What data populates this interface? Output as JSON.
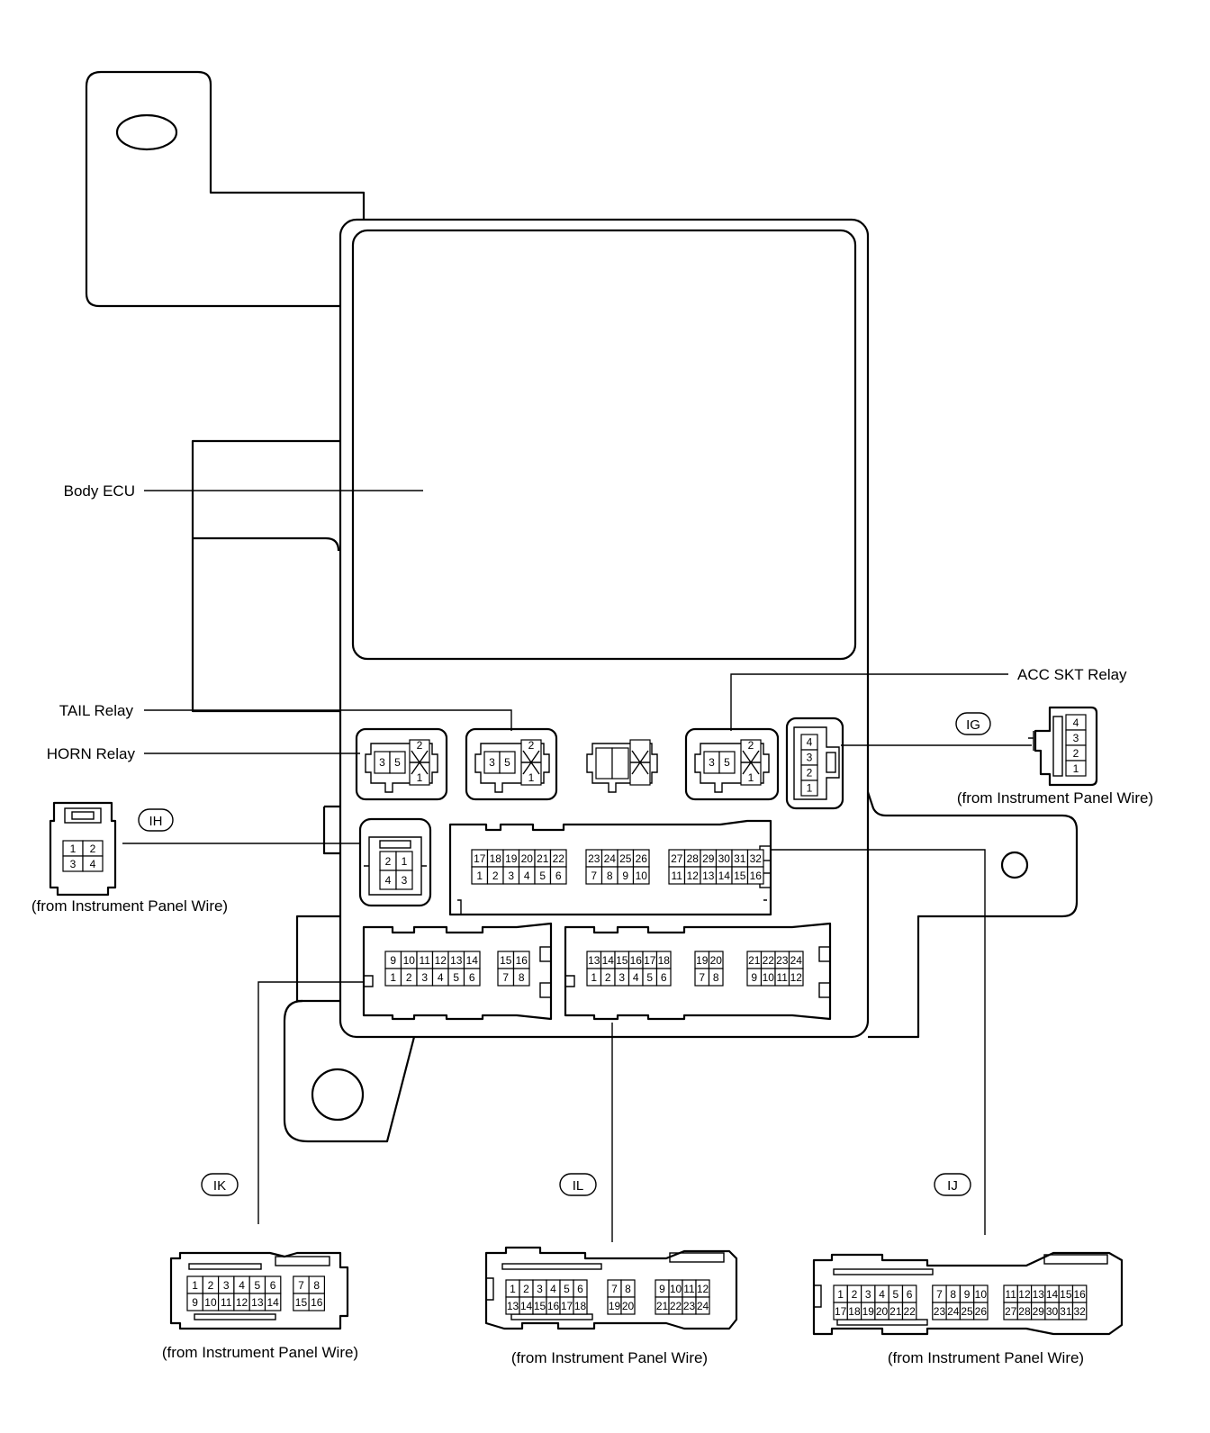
{
  "labels": {
    "body_ecu": "Body ECU",
    "tail_relay": "TAIL Relay",
    "horn_relay": "HORN Relay",
    "acc_skt_relay": "ACC SKT Relay",
    "from_ip_wire": "(from Instrument Panel Wire)"
  },
  "connectors": {
    "IG": {
      "id": "IG",
      "pins": [
        "4",
        "3",
        "2",
        "1"
      ]
    },
    "IH": {
      "id": "IH",
      "rows": [
        [
          "1",
          "2"
        ],
        [
          "3",
          "4"
        ]
      ]
    },
    "IK": {
      "id": "IK",
      "groups": [
        {
          "top": [
            "1",
            "2",
            "3",
            "4",
            "5",
            "6"
          ],
          "bottom": [
            "9",
            "10",
            "11",
            "12",
            "13",
            "14"
          ]
        },
        {
          "top": [
            "7",
            "8"
          ],
          "bottom": [
            "15",
            "16"
          ]
        }
      ]
    },
    "IL": {
      "id": "IL",
      "groups": [
        {
          "top": [
            "1",
            "2",
            "3",
            "4",
            "5",
            "6"
          ],
          "bottom": [
            "13",
            "14",
            "15",
            "16",
            "17",
            "18"
          ]
        },
        {
          "top": [
            "7",
            "8"
          ],
          "bottom": [
            "19",
            "20"
          ]
        },
        {
          "top": [
            "9",
            "10",
            "11",
            "12"
          ],
          "bottom": [
            "21",
            "22",
            "23",
            "24"
          ]
        }
      ]
    },
    "IJ": {
      "id": "IJ",
      "groups": [
        {
          "top": [
            "1",
            "2",
            "3",
            "4",
            "5",
            "6"
          ],
          "bottom": [
            "17",
            "18",
            "19",
            "20",
            "21",
            "22"
          ]
        },
        {
          "top": [
            "7",
            "8",
            "9",
            "10"
          ],
          "bottom": [
            "23",
            "24",
            "25",
            "26"
          ]
        },
        {
          "top": [
            "11",
            "12",
            "13",
            "14",
            "15",
            "16"
          ],
          "bottom": [
            "27",
            "28",
            "29",
            "30",
            "31",
            "32"
          ]
        }
      ]
    }
  },
  "ecu_sockets": {
    "ij_socket": [
      {
        "top": [
          "17",
          "18",
          "19",
          "20",
          "21",
          "22"
        ],
        "bottom": [
          "1",
          "2",
          "3",
          "4",
          "5",
          "6"
        ]
      },
      {
        "top": [
          "23",
          "24",
          "25",
          "26"
        ],
        "bottom": [
          "7",
          "8",
          "9",
          "10"
        ]
      },
      {
        "top": [
          "27",
          "28",
          "29",
          "30",
          "31",
          "32"
        ],
        "bottom": [
          "11",
          "12",
          "13",
          "14",
          "15",
          "16"
        ]
      }
    ],
    "ik_socket": [
      {
        "top": [
          "9",
          "10",
          "11",
          "12",
          "13",
          "14"
        ],
        "bottom": [
          "1",
          "2",
          "3",
          "4",
          "5",
          "6"
        ]
      },
      {
        "top": [
          "15",
          "16"
        ],
        "bottom": [
          "7",
          "8"
        ]
      }
    ],
    "il_socket": [
      {
        "top": [
          "13",
          "14",
          "15",
          "16",
          "17",
          "18"
        ],
        "bottom": [
          "1",
          "2",
          "3",
          "4",
          "5",
          "6"
        ]
      },
      {
        "top": [
          "19",
          "20"
        ],
        "bottom": [
          "7",
          "8"
        ]
      },
      {
        "top": [
          "21",
          "22",
          "23",
          "24"
        ],
        "bottom": [
          "9",
          "10",
          "11",
          "12"
        ]
      }
    ],
    "ih_socket": [
      [
        "2",
        "1"
      ],
      [
        "4",
        "3"
      ]
    ],
    "ig_socket": [
      "4",
      "3",
      "2",
      "1"
    ]
  },
  "relays": {
    "horn": {
      "pins_left": [
        "3",
        "5"
      ],
      "pins_right": [
        "2",
        "1"
      ]
    },
    "tail": {
      "pins_left": [
        "3",
        "5"
      ],
      "pins_right": [
        "2",
        "1"
      ]
    },
    "acc_skt": {
      "pins_left": [
        "3",
        "5"
      ],
      "pins_right": [
        "2",
        "1"
      ]
    }
  }
}
